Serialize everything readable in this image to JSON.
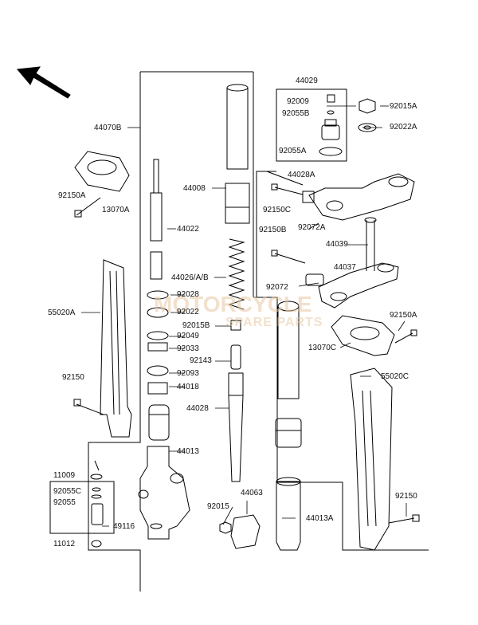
{
  "labels": {
    "l44029": "44029",
    "l92009": "92009",
    "l92055B": "92055B",
    "l92055A": "92055A",
    "l92015A_top": "92015A",
    "l92022A": "92022A",
    "l44070B": "44070B",
    "l44008": "44008",
    "l44028A": "44028A",
    "l92150A_l": "92150A",
    "l13070A": "13070A",
    "l44022": "44022",
    "l92150C": "92150C",
    "l92072A": "92072A",
    "l92150B": "92150B",
    "l44039": "44039",
    "l44037": "44037",
    "l44026": "44026/A/B",
    "l92072": "92072",
    "l55020A": "55020A",
    "l92028": "92028",
    "l92022": "92022",
    "l92015B": "92015B",
    "l92049": "92049",
    "l92033": "92033",
    "l92150A_r": "92150A",
    "l13070C": "13070C",
    "l92143": "92143",
    "l92150_l": "92150",
    "l92093": "92093",
    "l44018": "44018",
    "l55020C": "55020C",
    "l44028": "44028",
    "l44013": "44013",
    "l11009": "11009",
    "l92055C": "92055C",
    "l92055": "92055",
    "l44063": "44063",
    "l92015": "92015",
    "l92150_r": "92150",
    "l49116": "49116",
    "l44013A": "44013A",
    "l11012": "11012"
  },
  "watermark": {
    "main": "MOTORCYCLE",
    "sub": "SPARE PARTS"
  },
  "icons": {
    "direction": "front-direction-arrow-icon"
  },
  "colors": {
    "line": "#000000",
    "watermark": "#e8b98f"
  }
}
